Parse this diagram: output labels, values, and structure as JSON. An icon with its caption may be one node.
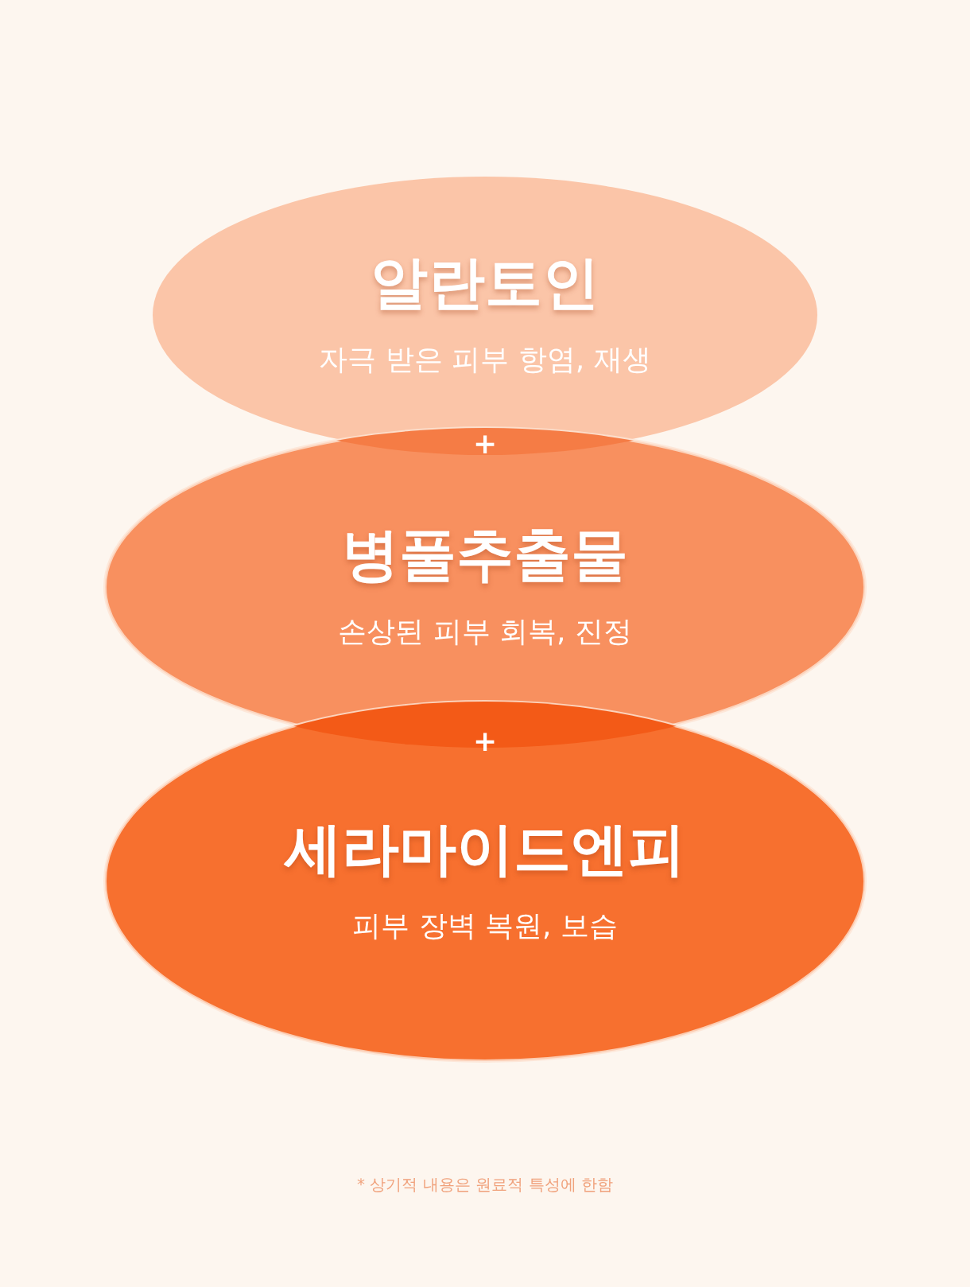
{
  "diagram": {
    "nodes": [
      {
        "text": [
          "알란토인",
          "자극 받은 피부 항염, 재생"
        ]
      },
      {
        "text": [
          "병풀추출물",
          "손상된 피부 회복, 진정"
        ]
      },
      {
        "text": [
          "세라마이드엔피",
          "피부 장벽 복원, 보습"
        ]
      }
    ],
    "labels": [
      "+",
      "+",
      "* 상기적 내용은 원료적 특성에 한함"
    ]
  }
}
